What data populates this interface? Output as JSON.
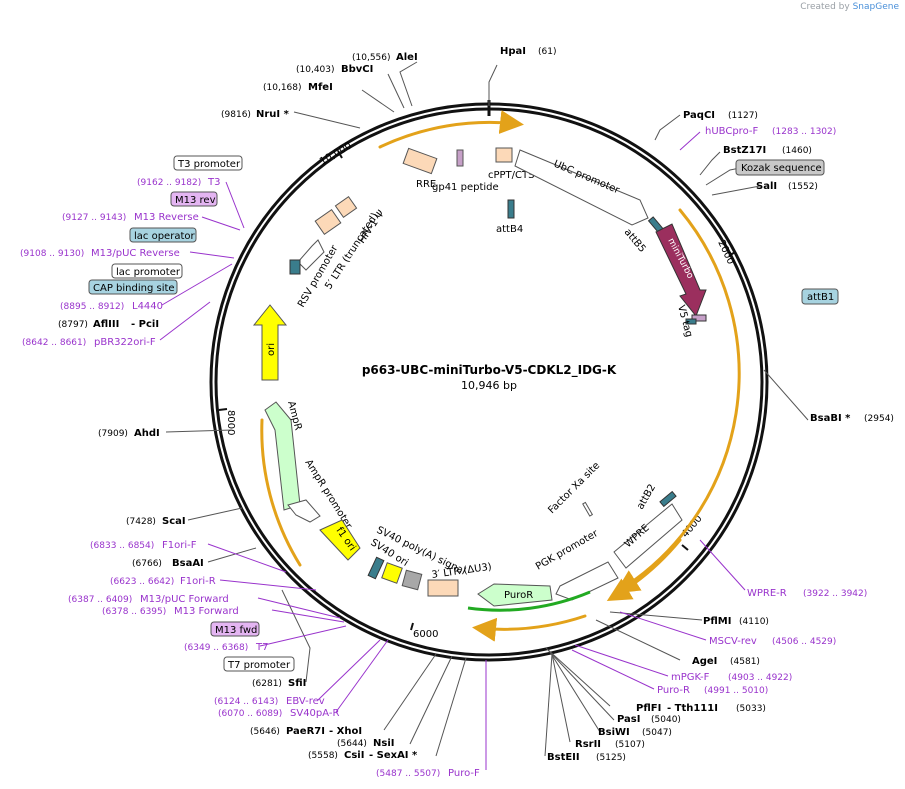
{
  "credit": {
    "prefix": "Created by",
    "brand": "SnapGene"
  },
  "plasmid": {
    "name": "p663-UBC-miniTurbo-V5-CDKL2_IDG-K",
    "size": "10,946 bp"
  },
  "ticks": [
    "10,000",
    "2000",
    "4000",
    "6000",
    "8000"
  ],
  "features": {
    "rre": "RRE",
    "gp41": "gp41 peptide",
    "cppt": "cPPT/CTS",
    "ubc": "UbC promoter",
    "attb4": "attB4",
    "attb5": "attB5",
    "miniturbo": "miniTurbo",
    "v5": "V5 tag",
    "hiv": "HIV-1 Ψ",
    "ltr5": "5′ LTR (truncated)",
    "rsv": "RSV promoter",
    "ori": "ori",
    "ampr": "AmpR",
    "ampr_promoter": "AmpR promoter",
    "f1ori": "f1 ori",
    "sv40ori": "SV40 ori",
    "sv40pa": "SV40 poly(A) signal",
    "ltr3": "3′ LTR (ΔU3)",
    "puror": "PuroR",
    "pgk": "PGK promoter",
    "wpre": "WPRE",
    "factorxa": "Factor Xa site",
    "attb2": "attB2"
  },
  "labels_right": [
    {
      "name": "HpaI",
      "pos": "(61)"
    },
    {
      "name": "PaqCI",
      "pos": "(1127)"
    },
    {
      "name": "hUBCpro-F",
      "pos": "(1283 .. 1302)"
    },
    {
      "name": "BstZ17I",
      "pos": "(1460)"
    },
    {
      "name": "Kozak sequence"
    },
    {
      "name": "SalI",
      "pos": "(1552)"
    },
    {
      "name": "attB1"
    },
    {
      "name": "BsaBI *",
      "pos": "(2954)"
    },
    {
      "name": "WPRE-R",
      "pos": "(3922 .. 3942)"
    },
    {
      "name": "PflMI",
      "pos": "(4110)"
    },
    {
      "name": "MSCV-rev",
      "pos": "(4506 .. 4529)"
    },
    {
      "name": "AgeI",
      "pos": "(4581)"
    },
    {
      "name": "mPGK-F",
      "pos": "(4903 .. 4922)"
    },
    {
      "name": "Puro-R",
      "pos": "(4991 .. 5010)"
    },
    {
      "name": "PflFI",
      "name2": "- Tth111I",
      "pos": "(5033)"
    },
    {
      "name": "PasI",
      "pos": "(5040)"
    },
    {
      "name": "BsiWI",
      "pos": "(5047)"
    },
    {
      "name": "RsrII",
      "pos": "(5107)"
    },
    {
      "name": "BstEII",
      "pos": "(5125)"
    }
  ],
  "labels_left": [
    {
      "name": "AleI",
      "pos": "(10,556)"
    },
    {
      "name": "BbvCI",
      "pos": "(10,403)"
    },
    {
      "name": "MfeI",
      "pos": "(10,168)"
    },
    {
      "name": "NruI *",
      "pos": "(9816)"
    },
    {
      "name": "T3 promoter"
    },
    {
      "name": "T3",
      "pos": "(9162 .. 9182)"
    },
    {
      "name": "M13 rev"
    },
    {
      "name": "M13 Reverse",
      "pos": "(9127 .. 9143)"
    },
    {
      "name": "lac operator"
    },
    {
      "name": "M13/pUC Reverse",
      "pos": "(9108 .. 9130)"
    },
    {
      "name": "lac promoter"
    },
    {
      "name": "CAP binding site"
    },
    {
      "name": "L4440",
      "pos": "(8895 .. 8912)"
    },
    {
      "name": "AflIII",
      "name2": "- PciI",
      "pos": "(8797)"
    },
    {
      "name": "pBR322ori-F",
      "pos": "(8642 .. 8661)"
    },
    {
      "name": "AhdI",
      "pos": "(7909)"
    },
    {
      "name": "ScaI",
      "pos": "(7428)"
    },
    {
      "name": "F1ori-F",
      "pos": "(6833 .. 6854)"
    },
    {
      "name": "BsaAI",
      "pos": "(6766)"
    },
    {
      "name": "F1ori-R",
      "pos": "(6623 .. 6642)"
    },
    {
      "name": "M13/pUC Forward",
      "pos": "(6387 .. 6409)"
    },
    {
      "name": "M13 Forward",
      "pos": "(6378 .. 6395)"
    },
    {
      "name": "M13 fwd"
    },
    {
      "name": "T7",
      "pos": "(6349 .. 6368)"
    },
    {
      "name": "T7 promoter"
    },
    {
      "name": "SfiI",
      "pos": "(6281)"
    },
    {
      "name": "EBV-rev",
      "pos": "(6124 .. 6143)"
    },
    {
      "name": "SV40pA-R",
      "pos": "(6070 .. 6089)"
    },
    {
      "name": "PaeR7I",
      "name2": "- XhoI",
      "pos": "(5646)"
    },
    {
      "name": "NsiI",
      "pos": "(5644)"
    },
    {
      "name": "CsiI",
      "name2": "- SexAI *",
      "pos": "(5558)"
    },
    {
      "name": "Puro-F",
      "pos": "(5487 .. 5507)"
    }
  ]
}
